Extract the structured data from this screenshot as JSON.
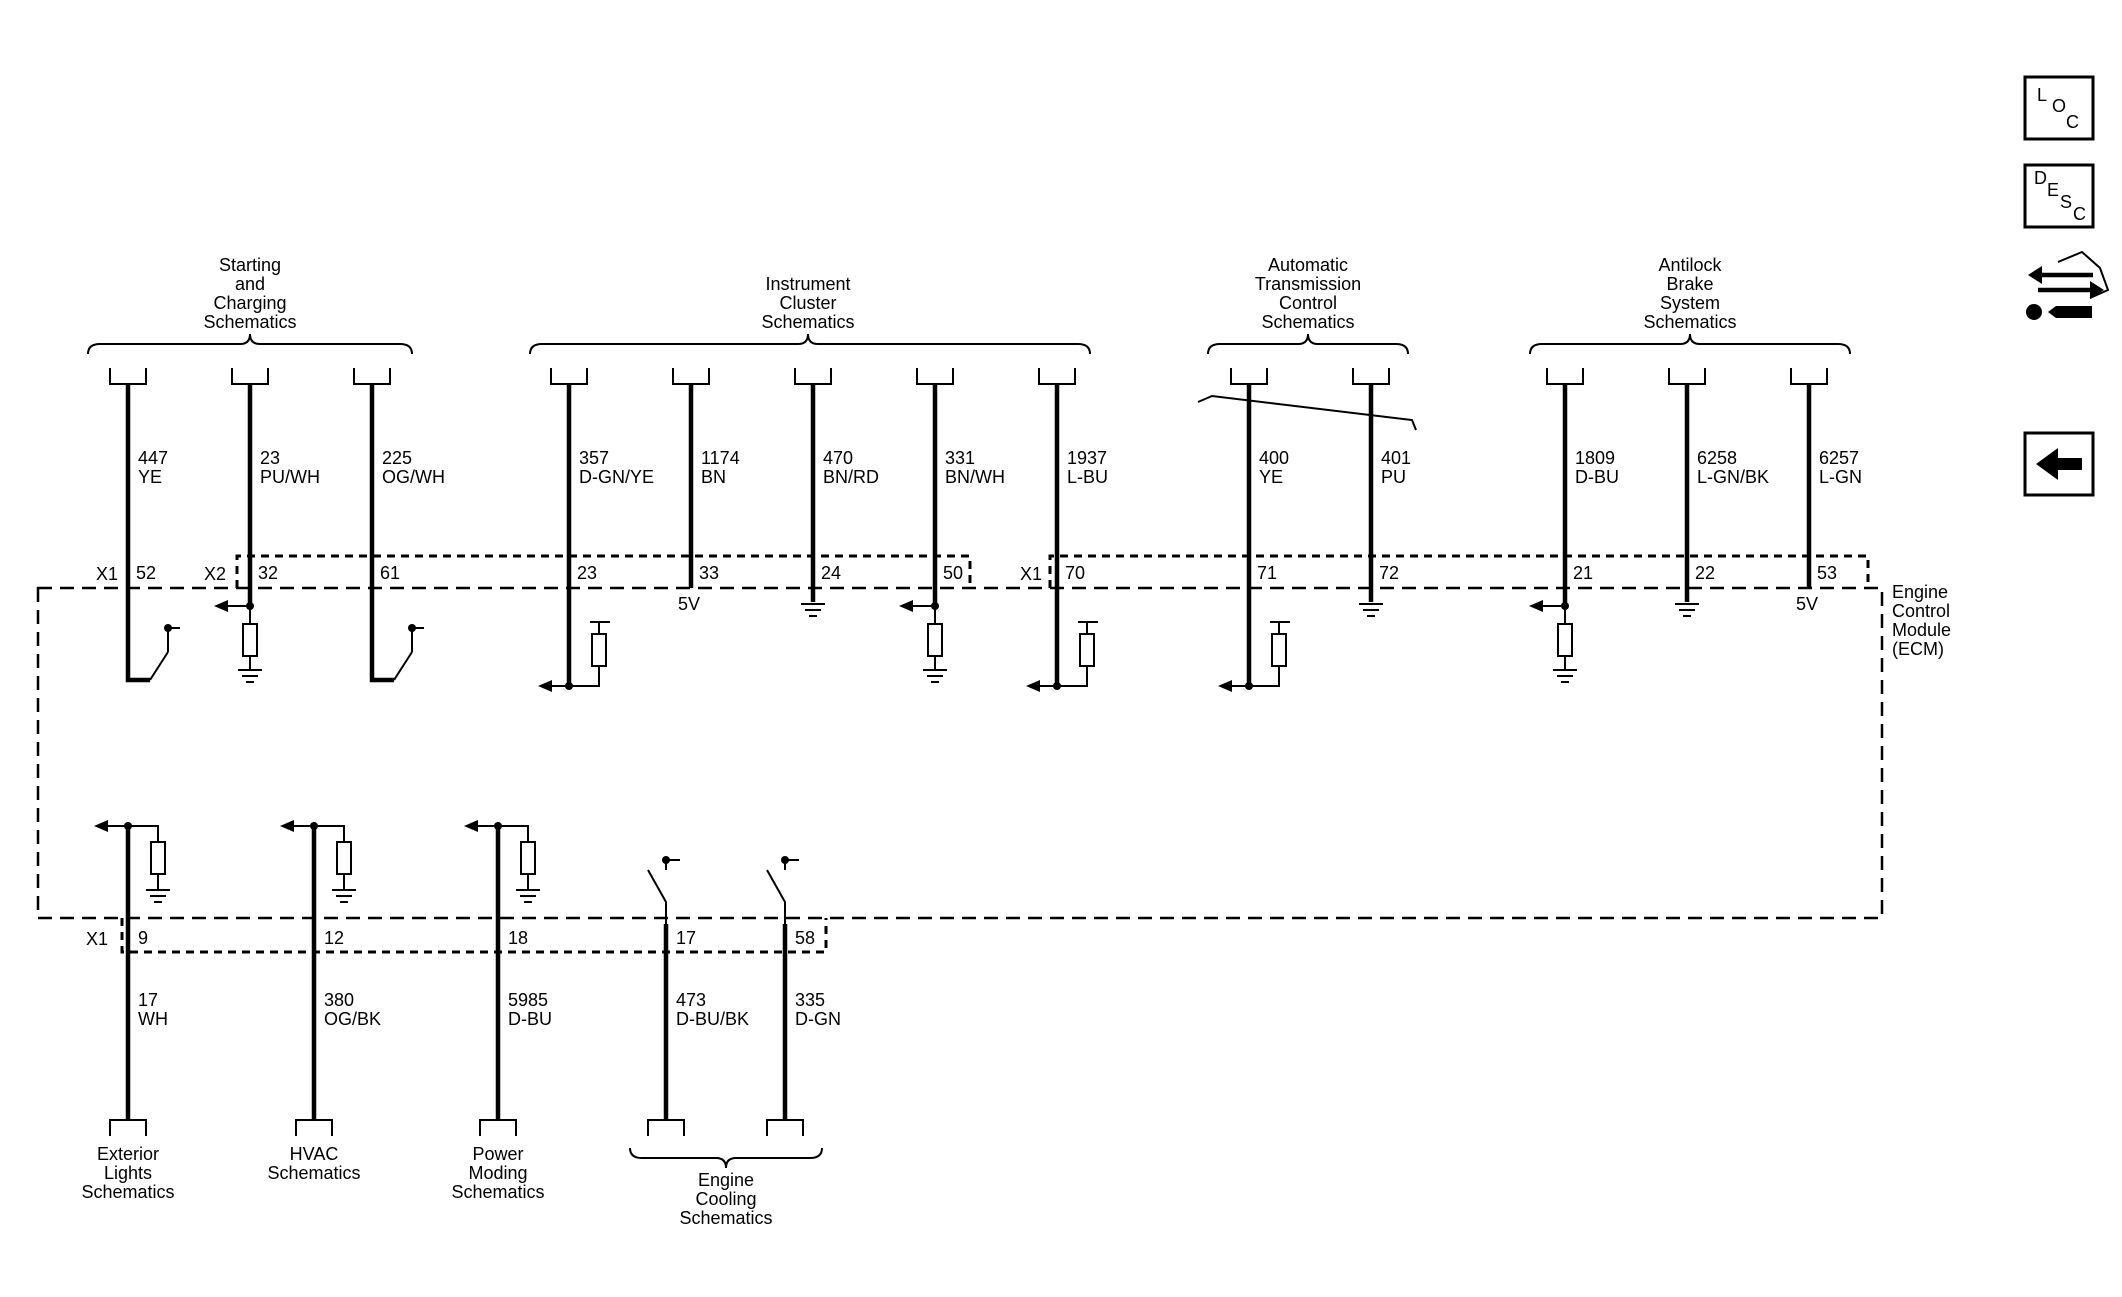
{
  "ecm_label": [
    "Engine",
    "Control",
    "Module",
    "(ECM)"
  ],
  "nav": {
    "loc": [
      "L",
      "O",
      "C"
    ],
    "desc": [
      "D",
      "E",
      "S",
      "C"
    ]
  },
  "groups_top": [
    {
      "name": "starting-charging",
      "lines": [
        "Starting",
        "and",
        "Charging",
        "Schematics"
      ]
    },
    {
      "name": "instrument-cluster",
      "lines": [
        "Instrument",
        "Cluster",
        "Schematics"
      ]
    },
    {
      "name": "automatic-transmission",
      "lines": [
        "Automatic",
        "Transmission",
        "Control",
        "Schematics"
      ]
    },
    {
      "name": "antilock-brake",
      "lines": [
        "Antilock",
        "Brake",
        "System",
        "Schematics"
      ]
    }
  ],
  "groups_bottom": [
    {
      "name": "exterior-lights",
      "lines": [
        "Exterior",
        "Lights",
        "Schematics"
      ]
    },
    {
      "name": "hvac",
      "lines": [
        "HVAC",
        "Schematics"
      ]
    },
    {
      "name": "power-moding",
      "lines": [
        "Power",
        "Moding",
        "Schematics"
      ]
    },
    {
      "name": "engine-cooling",
      "lines": [
        "Engine",
        "Cooling",
        "Schematics"
      ]
    }
  ],
  "connectors": {
    "x1": "X1",
    "x2": "X2"
  },
  "top_wires": [
    {
      "circuit": "447",
      "color": "YE",
      "pin": "52"
    },
    {
      "circuit": "23",
      "color": "PU/WH",
      "pin": "32"
    },
    {
      "circuit": "225",
      "color": "OG/WH",
      "pin": "61"
    },
    {
      "circuit": "357",
      "color": "D-GN/YE",
      "pin": "23"
    },
    {
      "circuit": "1174",
      "color": "BN",
      "pin": "33"
    },
    {
      "circuit": "470",
      "color": "BN/RD",
      "pin": "24"
    },
    {
      "circuit": "331",
      "color": "BN/WH",
      "pin": "50"
    },
    {
      "circuit": "1937",
      "color": "L-BU",
      "pin": "70"
    },
    {
      "circuit": "400",
      "color": "YE",
      "pin": "71"
    },
    {
      "circuit": "401",
      "color": "PU",
      "pin": "72"
    },
    {
      "circuit": "1809",
      "color": "D-BU",
      "pin": "21"
    },
    {
      "circuit": "6258",
      "color": "L-GN/BK",
      "pin": "22"
    },
    {
      "circuit": "6257",
      "color": "L-GN",
      "pin": "53"
    }
  ],
  "bottom_wires": [
    {
      "circuit": "17",
      "color": "WH",
      "pin": "9"
    },
    {
      "circuit": "380",
      "color": "OG/BK",
      "pin": "12"
    },
    {
      "circuit": "5985",
      "color": "D-BU",
      "pin": "18"
    },
    {
      "circuit": "473",
      "color": "D-BU/BK",
      "pin": "17"
    },
    {
      "circuit": "335",
      "color": "D-GN",
      "pin": "58"
    }
  ],
  "voltage": {
    "v1": "5V",
    "v2": "5V"
  }
}
